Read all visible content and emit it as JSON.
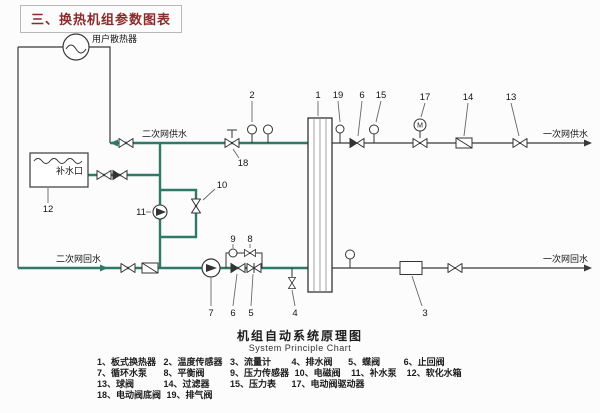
{
  "title": "三、换热机组参数图表",
  "colors": {
    "pipe_green": "#2f7a66",
    "title_red": "#8c2b2b"
  },
  "diagram": {
    "labels": {
      "radiator": "用户散热器",
      "makeup_port": "补水口",
      "secondary_supply": "二次网供水",
      "secondary_return": "二次网回水",
      "primary_supply": "一次网供水",
      "primary_return": "一次网回水"
    },
    "motor_label": "M",
    "callouts": [
      "2",
      "1",
      "19",
      "6",
      "15",
      "17",
      "14",
      "13",
      "18",
      "10",
      "11",
      "12",
      "9",
      "8",
      "7",
      "6",
      "5",
      "4",
      "3"
    ]
  },
  "caption": {
    "zh": "机组自动系统原理图",
    "en": "System Principle Chart"
  },
  "legend": {
    "rows": [
      {
        "items": [
          "1、板式换热器",
          "2、温度传感器",
          "3、流量计",
          "4、排水阀",
          "5、蝶阀",
          "6、止回阀"
        ]
      },
      {
        "items": [
          "7、循环水泵",
          "8、平衡阀",
          "9、压力传感器",
          "10、电磁阀",
          "11、补水泵",
          "12、软化水箱"
        ]
      },
      {
        "items": [
          "13、球阀",
          "14、过滤器",
          "15、压力表",
          "17、电动阀驱动器"
        ]
      },
      {
        "items": [
          "18、电动阀底阀",
          "19、排气阀"
        ]
      }
    ]
  }
}
